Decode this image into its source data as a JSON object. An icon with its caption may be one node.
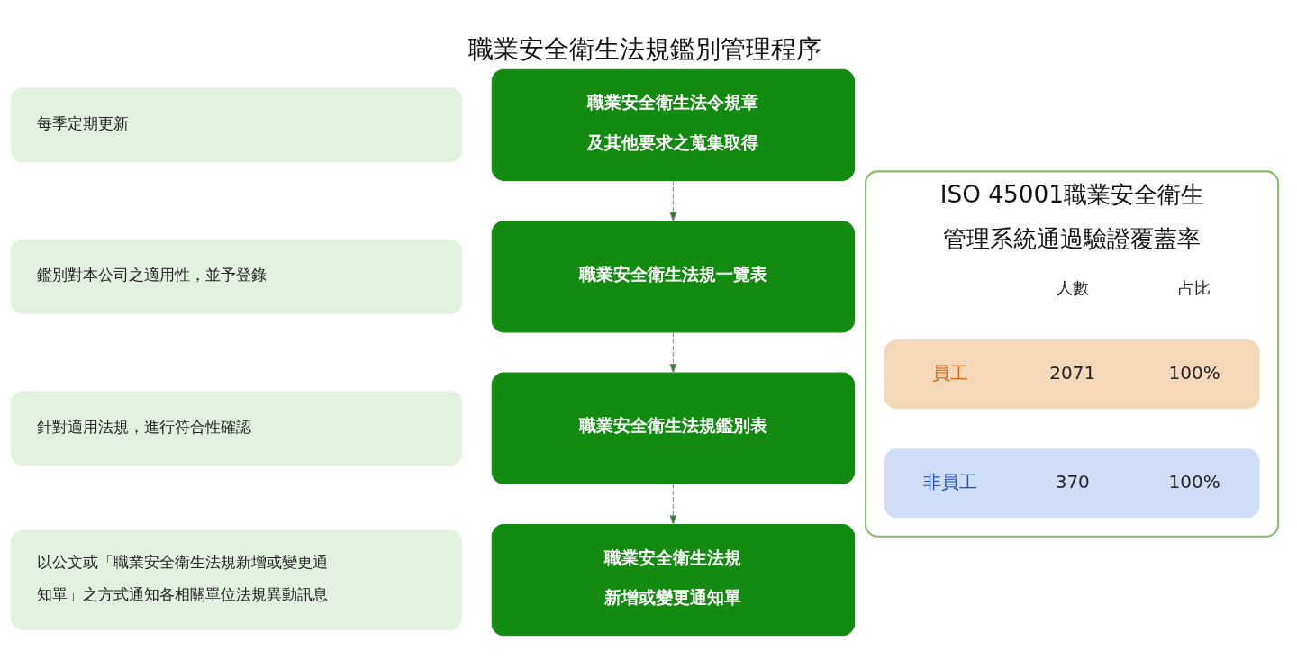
{
  "diagram": {
    "title": "職業安全衛生法規鑑別管理程序",
    "nodes": [
      {
        "text": [
          "每季定期更新"
        ]
      },
      {
        "text": [
          "職業安全衛生法令規章及其他要求之蒐集取得"
        ]
      },
      {
        "text": [
          "鑑別對本公司之適用性，並予登錄"
        ]
      },
      {
        "text": [
          "職業安全衛生法規一覽表"
        ]
      },
      {
        "text": [
          "針對適用法規，進行符合性確認"
        ]
      },
      {
        "text": [
          "職業安全衛生法規鑑別表"
        ]
      },
      {
        "text": [
          "以公文或「職業安全衛生法規新增或變更通知單」之方式通知各相關單位法規異動訊息"
        ]
      },
      {
        "text": [
          "職業安全衛生法規新增或變更通知單"
        ]
      },
      {
        "text": [
          "ISO 45001職業安全衛生管理系統通過驗證覆蓋率",
          "人數",
          "占比"
        ]
      },
      {
        "text": [
          "員工",
          "2071",
          "100%"
        ],
        "in": 8
      },
      {
        "text": [
          "非員工",
          "370",
          "100%"
        ],
        "in": 8
      }
    ],
    "edges": [
      {
        "from": 1,
        "to": 3,
        "arrow": "to",
        "style": "dashed"
      },
      {
        "from": 3,
        "to": 5,
        "arrow": "to",
        "style": "dashed"
      },
      {
        "from": 5,
        "to": 7,
        "arrow": "to",
        "style": "dashed"
      }
    ]
  }
}
